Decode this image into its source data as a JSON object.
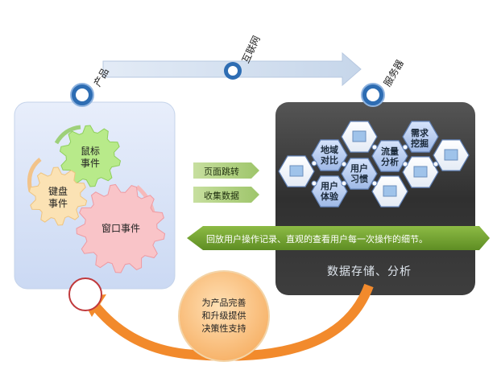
{
  "nodes": {
    "product": "产品",
    "internet": "互联网",
    "server": "服务器"
  },
  "gears": {
    "mouse": [
      "鼠标",
      "事件"
    ],
    "keyboard": [
      "键盘",
      "事件"
    ],
    "window": "窗口事件"
  },
  "hexes": {
    "region": [
      "地域",
      "对比"
    ],
    "user_exp": [
      "用户",
      "体验"
    ],
    "user_habit": [
      "用户",
      "习惯"
    ],
    "traffic": [
      "流量",
      "分析"
    ],
    "demand": [
      "需求",
      "挖掘"
    ]
  },
  "tags": {
    "page_jump": "页面跳转",
    "collect": "收集数据"
  },
  "banner": "回放用户操作记录、直观的查看用户每一次操作的细节。",
  "server_caption": "数据存储、分析",
  "feedback": [
    "为产品完善",
    "和升级提供",
    "决策性支持"
  ],
  "colors": {
    "left_panel": "#dce7f7",
    "server_panel": "#3a3a3a",
    "hex_blue": "#a9c2ee",
    "tag_green": "#9dc468",
    "banner_green": "#7aa935",
    "orange": "#f28a2c",
    "ring_blue": "#2e6db3"
  }
}
